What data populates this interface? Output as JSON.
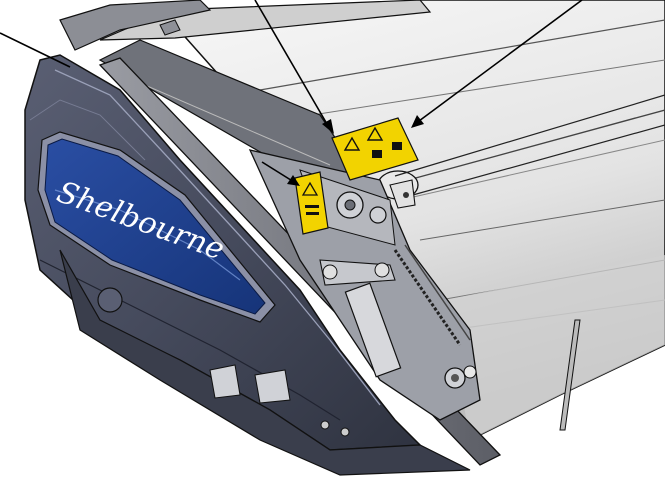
{
  "figure": {
    "brand_wordmark": "Shelbourne",
    "colors": {
      "background": "#ffffff",
      "drum_light": "#f4f4f4",
      "drum_mid": "#d9d9d9",
      "drum_shadow": "#a9a9a9",
      "side_panel": "#4a4e5e",
      "side_panel_dark": "#2c2f3b",
      "side_panel_edge": "#8b90a6",
      "logo_blue": "#1f3f8e",
      "logo_blue_light": "#3d5fb0",
      "frame_grey": "#7d7f86",
      "warning_yellow": "#f2d300",
      "outline": "#111111",
      "leader_line": "#000000"
    },
    "callouts": [
      {
        "name": "leader-left"
      },
      {
        "name": "leader-middle"
      },
      {
        "name": "leader-right"
      }
    ],
    "warning_labels": [
      {
        "name": "warning-decal-pair-upper"
      },
      {
        "name": "warning-decal-side-arm"
      }
    ]
  }
}
